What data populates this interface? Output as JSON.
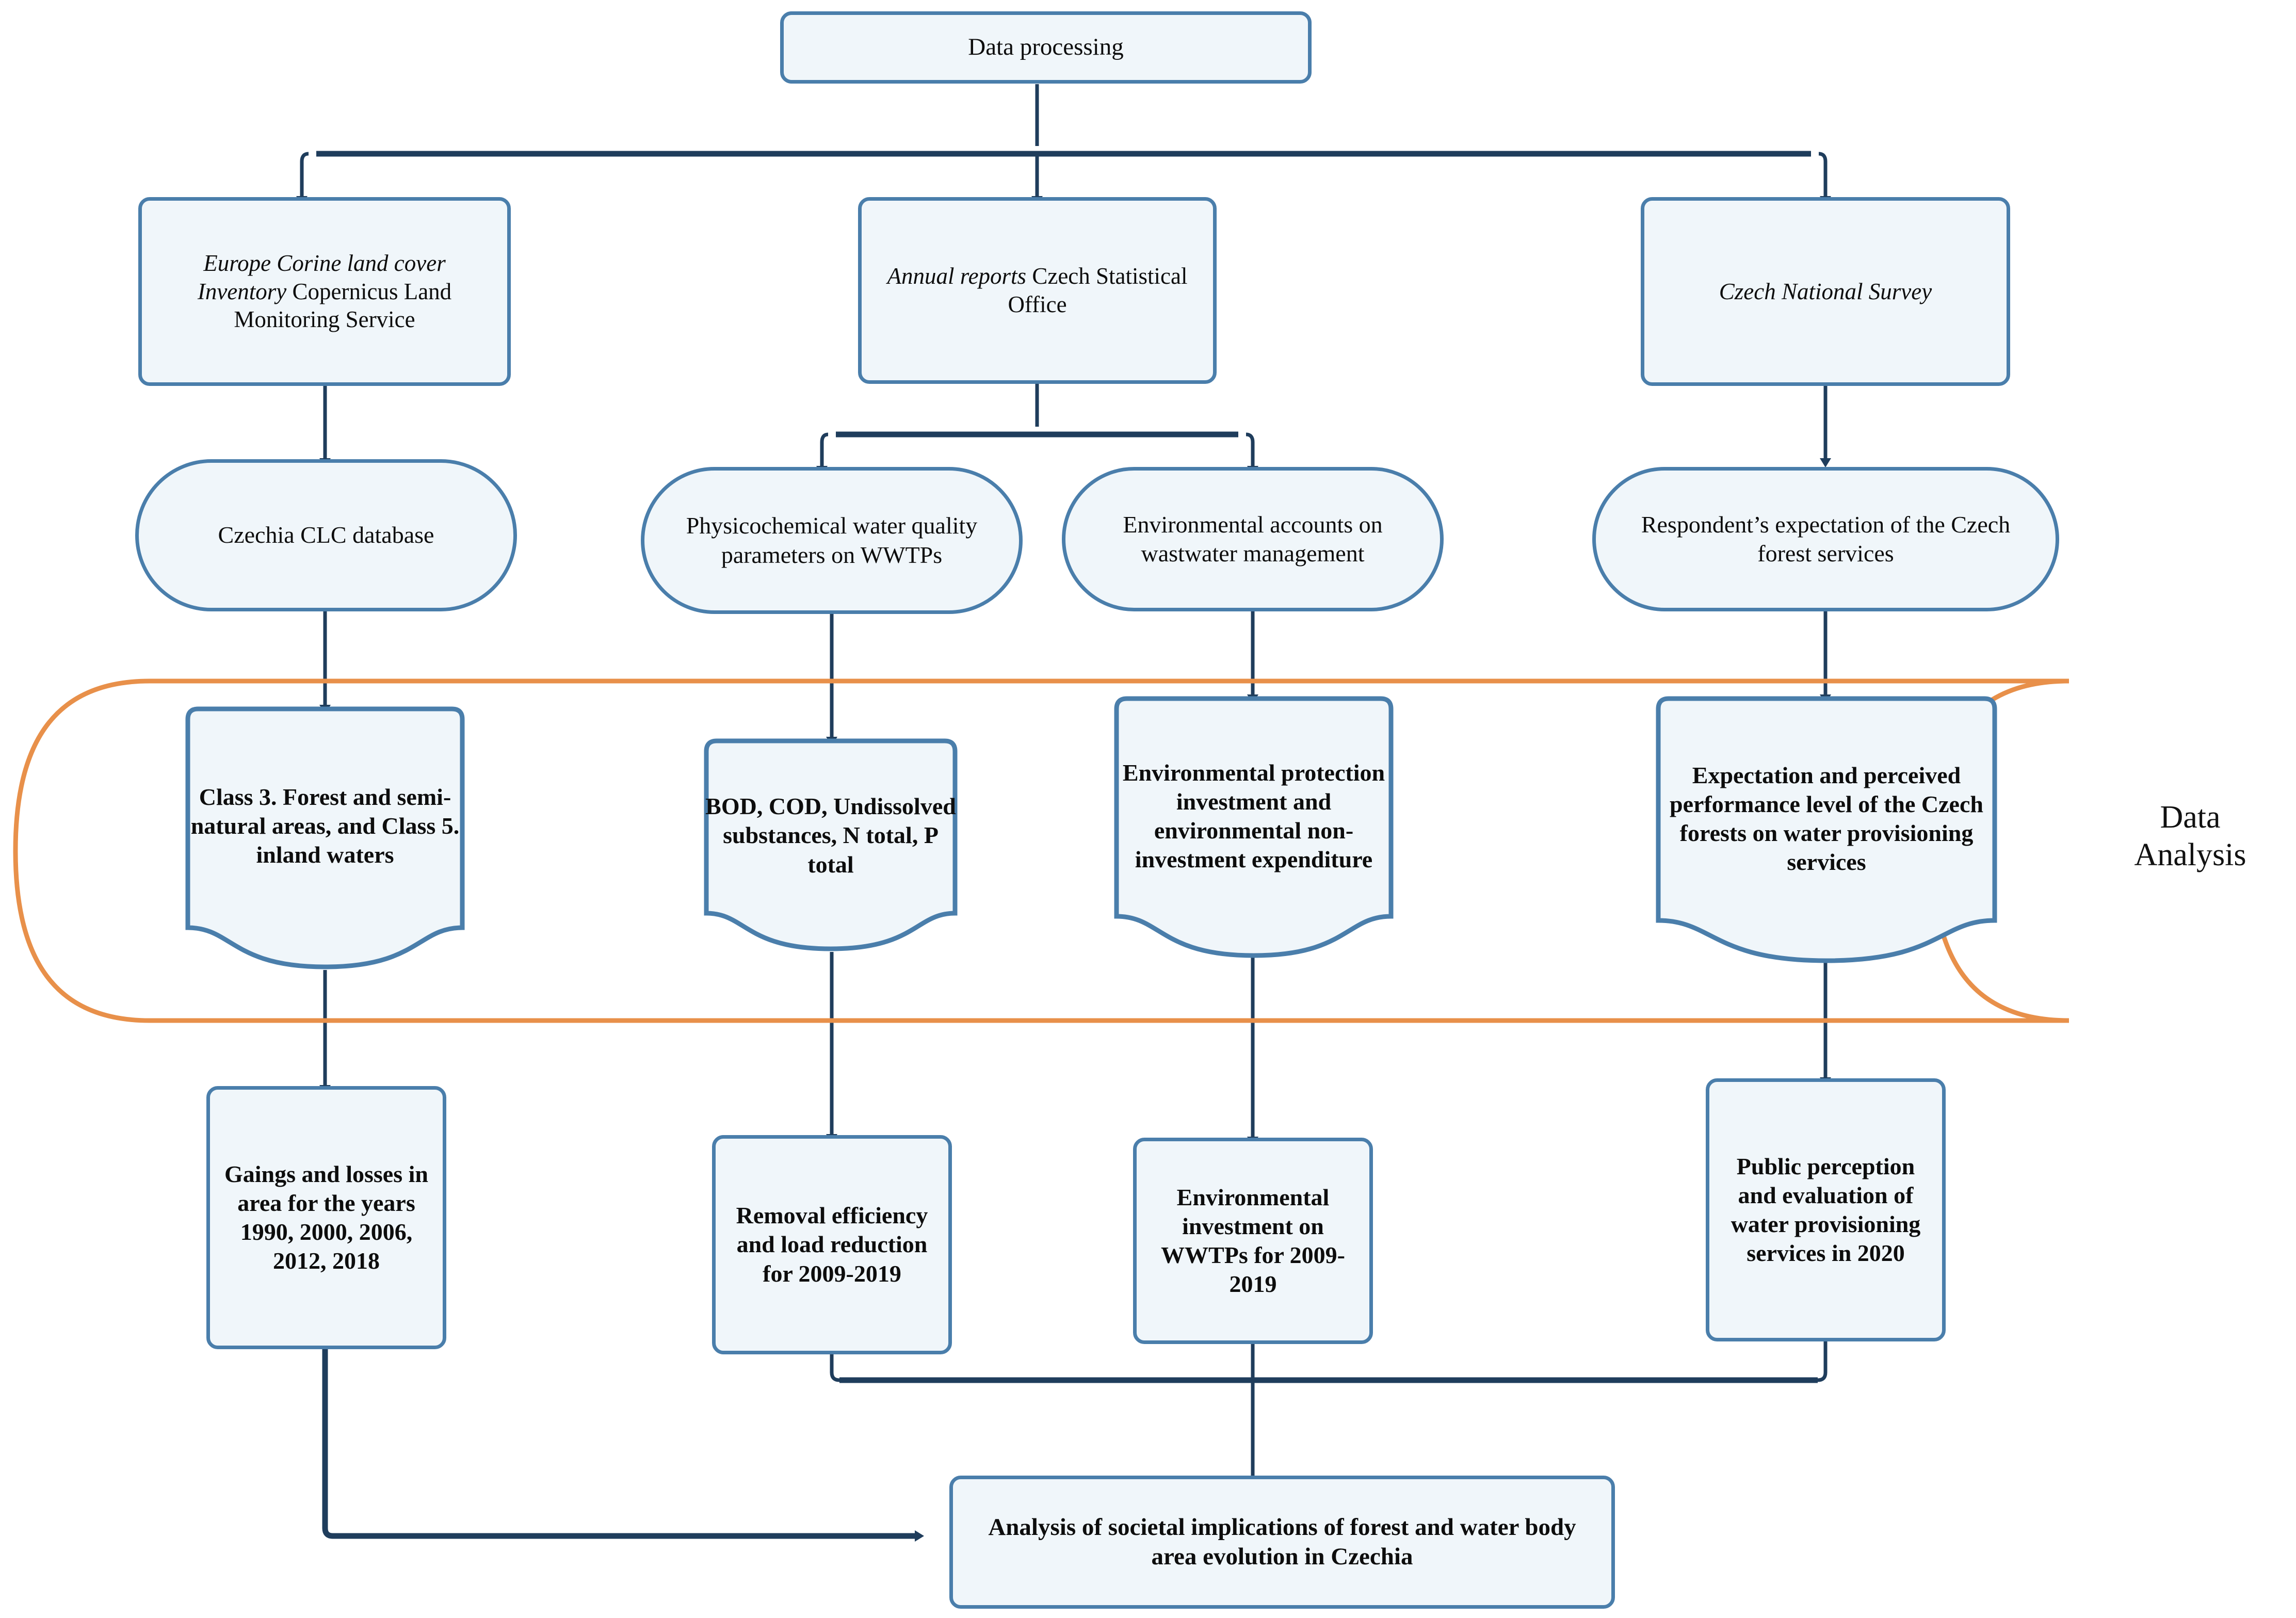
{
  "colors": {
    "box_border": "#4A7EAB",
    "box_fill": "#F0F6FA",
    "connector": "#1F3D5C",
    "band": "#E8904A",
    "text": "#0d0d0d"
  },
  "root": {
    "label": "Data processing"
  },
  "sources": [
    {
      "italic": "Europe Corine land cover Inventory",
      "regular": " Copernicus Land Monitoring Service"
    },
    {
      "italic": "Annual reports",
      "regular": " Czech Statistical Office"
    },
    {
      "italic": "Czech National Survey",
      "regular": ""
    }
  ],
  "datasets": [
    {
      "label": "Czechia CLC database"
    },
    {
      "label": "Physicochemical water quality parameters on WWTPs"
    },
    {
      "label": "Environmental accounts on wastwater management"
    },
    {
      "label": "Respondent’s expectation of the Czech forest services"
    }
  ],
  "analysis_band": {
    "label_line1": "Data",
    "label_line2": "Analysis",
    "documents": [
      {
        "label": "Class 3. Forest and semi-natural areas, and Class 5. inland waters"
      },
      {
        "label": "BOD, COD, Undissolved substances, N total, P total"
      },
      {
        "label": "Environmental protection investment and environmental non-investment expenditure"
      },
      {
        "label": "Expectation and perceived performance level of the Czech forests on water provisioning services"
      }
    ]
  },
  "outputs": [
    {
      "label": "Gaings and losses in area for the years 1990, 2000, 2006, 2012, 2018"
    },
    {
      "label": "Removal efficiency and load reduction for 2009-2019"
    },
    {
      "label": "Environmental investment on WWTPs for 2009-2019"
    },
    {
      "label": "Public perception and evaluation of water provisioning services in 2020"
    }
  ],
  "conclusion": {
    "label": "Analysis of societal implications of forest and water body area evolution in Czechia"
  }
}
